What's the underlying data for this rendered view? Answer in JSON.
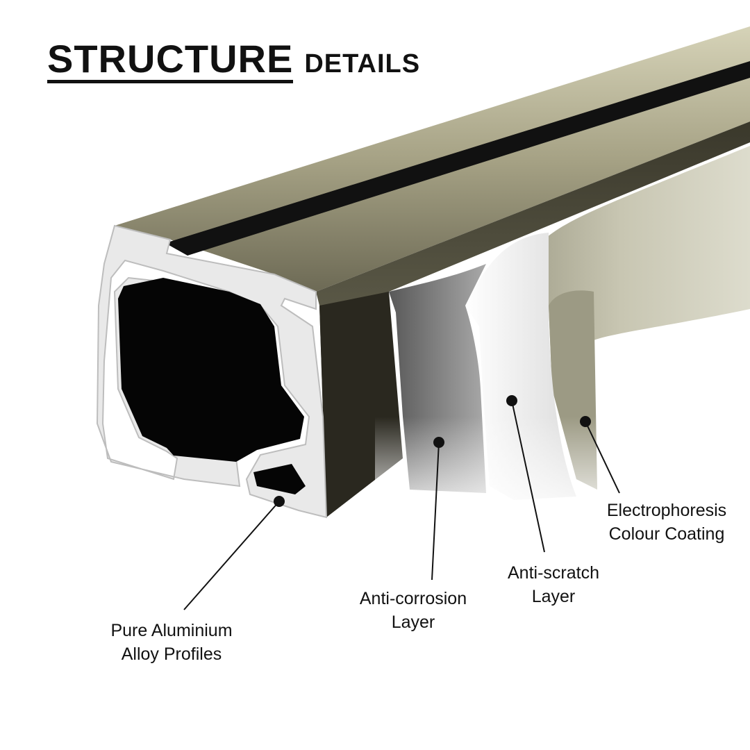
{
  "title": {
    "main": "STRUCTURE",
    "sub": "DETAILS"
  },
  "colors": {
    "profile": "#8a8670",
    "profile_light": "#c4c1a6",
    "profile_dark": "#3d3a2c",
    "aluminium": "#e8e8e8",
    "cavity": "#050505",
    "coating": "#b9b7a2",
    "anti_corrosion": "#6b6b6b",
    "anti_scratch": "#f4f4f4"
  },
  "callouts": {
    "aluminium": {
      "line1": "Pure Aluminium",
      "line2": "Alloy Profiles"
    },
    "anti_corrosion": {
      "line1": "Anti-corrosion",
      "line2": "Layer"
    },
    "anti_scratch": {
      "line1": "Anti-scratch",
      "line2": "Layer"
    },
    "coating": {
      "line1": "Electrophoresis",
      "line2": "Colour Coating"
    }
  }
}
